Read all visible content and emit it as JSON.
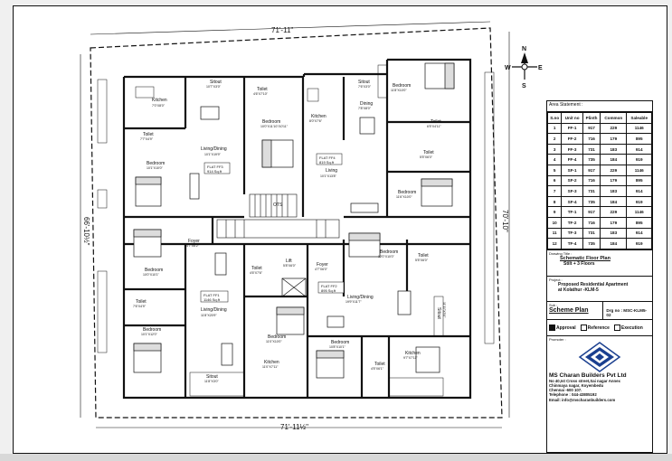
{
  "dimensions": {
    "top": "71'-11\"",
    "bottom": "71'-11½\"",
    "left": "66'-10½\"",
    "right": "70'-10\""
  },
  "compass": {
    "n": "N",
    "s": "S",
    "e": "E",
    "w": "W"
  },
  "rooms": {
    "kitchen_nw": {
      "name": "Kitchen",
      "dim": "7'0\"X8'0\""
    },
    "sitout_nw": {
      "name": "Sitout",
      "dim": "10'7\"X3'0\""
    },
    "toilet_nw": {
      "name": "Toilet",
      "dim": "4'6\"X7'10\""
    },
    "bedroom_nc": {
      "name": "Bedroom",
      "dim": "10'0\"X11'10\"/10'11\""
    },
    "toilet_w1": {
      "name": "Toilet",
      "dim": "7'7\"X4'9\""
    },
    "living_ff3": {
      "name": "Living/Dining",
      "dim": "10'1\"X19'9\""
    },
    "flat_ff3": {
      "name": "FLAT FF3",
      "area": "914 Sq.ft"
    },
    "bedroom_w1": {
      "name": "Bedroom",
      "dim": "10'1\"X10'0\""
    },
    "kitchen_nc": {
      "name": "Kitchen",
      "dim": "8'0\"X7'6\""
    },
    "sitout_ne": {
      "name": "Sitout",
      "dim": "7'6\"X3'0\""
    },
    "dining_ne": {
      "name": "Dining",
      "dim": "7'8\"X8'0\""
    },
    "flat_ff4": {
      "name": "FLAT FF4",
      "area": "819 Sq.ft"
    },
    "living_ff4": {
      "name": "Living",
      "dim": "10'1\"X13'8\""
    },
    "bedroom_ne": {
      "name": "Bedroom",
      "dim": "11'8\"X10'0\""
    },
    "toilet_ne": {
      "name": "Toilet",
      "dim": "6'5\"X4'11\""
    },
    "toilet_e1": {
      "name": "Toilet",
      "dim": "5'5\"X6'0\""
    },
    "bedroom_e1": {
      "name": "Bedroom",
      "dim": "11'6\"X10'0\""
    },
    "ots": {
      "name": "OTS"
    },
    "foyer_w": {
      "name": "Foyer",
      "dim": "4'7\"X6'2\""
    },
    "bedroom_w2": {
      "name": "Bedroom",
      "dim": "10'0\"X10'1\""
    },
    "toilet_w2": {
      "name": "Toilet",
      "dim": "7'6\"X4'9\""
    },
    "flat_ff1": {
      "name": "FLAT FF1",
      "area": "1146 Sq.ft"
    },
    "living_ff1": {
      "name": "Living/Dining",
      "dim": "11'8\"X20'9\""
    },
    "bedroom_sw": {
      "name": "Bedroom",
      "dim": "10'1\"X12'0\""
    },
    "sitout_sw": {
      "name": "Sitout",
      "dim": "11'8\"X3'0\""
    },
    "toilet_c1": {
      "name": "Toilet",
      "dim": "4'6\"X7'6\""
    },
    "lift": {
      "name": "Lift",
      "dim": "5'8\"X6'0\""
    },
    "foyer_c": {
      "name": "Foyer",
      "dim": "4'7\"X6'0\""
    },
    "bedroom_e2": {
      "name": "Bedroom",
      "dim": "12'0\"X10'0\""
    },
    "toilet_e2": {
      "name": "Toilet",
      "dim": "5'5\"X6'0\""
    },
    "flat_ff2": {
      "name": "FLAT FF2",
      "area": "895 Sq.ft"
    },
    "living_ff2": {
      "name": "Living/Dining",
      "dim": "19'9\"X11'7\""
    },
    "bedroom_sc": {
      "name": "Bedroom",
      "dim": "11'0\"X10'0\""
    },
    "kitchen_s": {
      "name": "Kitchen",
      "dim": "11'0\"X7'11\""
    },
    "bedroom_s2": {
      "name": "Bedroom",
      "dim": "10'8\"X10'1\""
    },
    "toilet_s2": {
      "name": "Toilet",
      "dim": "4'5\"X6'1\""
    },
    "sitout_se": {
      "name": "Sitout",
      "dim": "11'11\"X3'0\""
    },
    "kitchen_se": {
      "name": "Kitchen",
      "dim": "9'7\"X7'11\""
    }
  },
  "title_block": {
    "area_statement_label": "Area Statement :",
    "columns": [
      "S.no",
      "Unit no",
      "Plinth",
      "Common",
      "Saleable"
    ],
    "rows": [
      [
        "1",
        "FF-1",
        "917",
        "229",
        "1146"
      ],
      [
        "2",
        "FF-2",
        "716",
        "179",
        "895"
      ],
      [
        "3",
        "FF-3",
        "731",
        "183",
        "914"
      ],
      [
        "4",
        "FF-4",
        "735",
        "184",
        "919"
      ],
      [
        "5",
        "SF-1",
        "917",
        "229",
        "1146"
      ],
      [
        "6",
        "SF-2",
        "716",
        "179",
        "895"
      ],
      [
        "7",
        "SF-3",
        "731",
        "183",
        "914"
      ],
      [
        "8",
        "SF-4",
        "735",
        "184",
        "919"
      ],
      [
        "9",
        "TF-1",
        "917",
        "229",
        "1146"
      ],
      [
        "10",
        "TF-2",
        "716",
        "179",
        "895"
      ],
      [
        "11",
        "TF-3",
        "731",
        "183",
        "914"
      ],
      [
        "12",
        "TF-4",
        "735",
        "184",
        "919"
      ]
    ],
    "drawing_title_label": "Drawing Title :",
    "drawing_title": "Schematic Floor Plan",
    "drawing_subtitle": "Stilt + 3 Floors",
    "project_label": "Project :",
    "project_line1": "Proposed Residential Apartment",
    "project_line2": "at Kolathur -KLM-5",
    "sub_label": "Sub :",
    "sub_value": "Scheme Plan",
    "drg_no": "Drg no : MSC-KLM5-02",
    "approval": "Approval",
    "reference": "Reference",
    "execution": "Execution",
    "promoter_label": "Promoter :",
    "company": "MS Charan Builders Pvt Ltd",
    "address1": "No 40,Ist Cross street,Sai nagar Annex",
    "address2": "Chinmaya nagar, Koyembedu",
    "address3": "Chennai -600 107.",
    "telephone": "Telephone : 044-43805192",
    "email": "Email: info@mscharanbuilders.com"
  }
}
